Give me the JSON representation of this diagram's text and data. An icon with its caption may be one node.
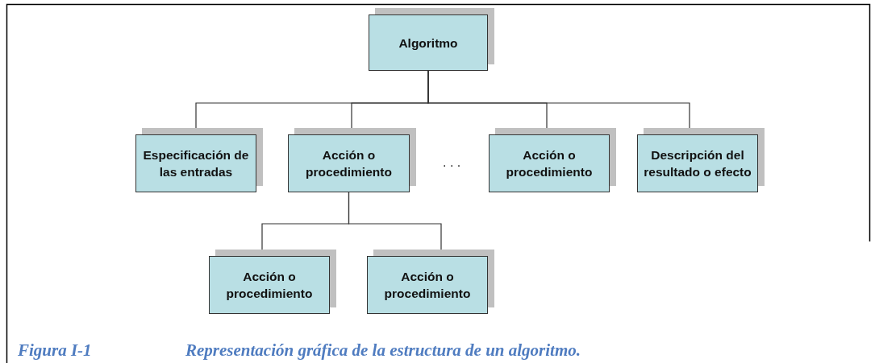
{
  "diagram": {
    "caption": "Representación gráfica de la estructura de un algoritmo.",
    "nodes": [
      {
        "text": [
          "Algoritmo"
        ]
      },
      {
        "text": [
          "Especificación de las entradas"
        ]
      },
      {
        "text": [
          "Acción o procedimiento"
        ]
      },
      {
        "text": [
          "Acción o procedimiento"
        ]
      },
      {
        "text": [
          "Descripción del resultado o efecto"
        ]
      },
      {
        "text": [
          "Acción o procedimiento"
        ]
      },
      {
        "text": [
          "Acción o procedimiento"
        ]
      }
    ],
    "edges": [
      {
        "from": 0,
        "to": 1,
        "arrow": "none"
      },
      {
        "from": 0,
        "to": 2,
        "arrow": "none"
      },
      {
        "from": 0,
        "to": 3,
        "arrow": "none"
      },
      {
        "from": 0,
        "to": 4,
        "arrow": "none"
      },
      {
        "from": 2,
        "to": 5,
        "arrow": "none"
      },
      {
        "from": 2,
        "to": 6,
        "arrow": "none"
      }
    ],
    "labels": [
      ". . .",
      "Figura I-1"
    ]
  }
}
